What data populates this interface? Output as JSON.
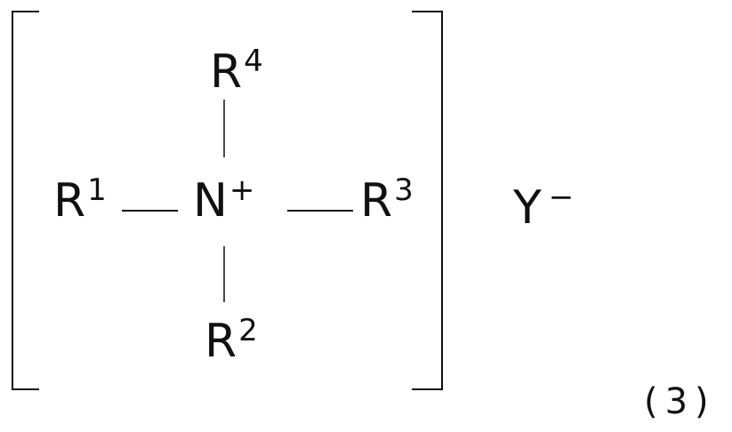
{
  "structure": {
    "center": {
      "symbol": "N",
      "charge": "+"
    },
    "substituents": {
      "top": {
        "symbol": "R",
        "index": "4"
      },
      "left": {
        "symbol": "R",
        "index": "1"
      },
      "right": {
        "symbol": "R",
        "index": "3"
      },
      "bottom": {
        "symbol": "R",
        "index": "2"
      }
    },
    "counter_ion": {
      "symbol": "Y",
      "charge": "−"
    }
  },
  "equation_number": "(3)"
}
